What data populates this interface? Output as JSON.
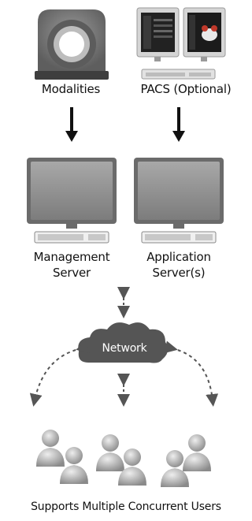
{
  "nodes": {
    "modalities": {
      "label": "Modalities",
      "icon": "ct-scanner-icon"
    },
    "pacs": {
      "label": "PACS (Optional)",
      "icon": "pacs-monitors-icon"
    },
    "management_server": {
      "label_line1": "Management",
      "label_line2": "Server",
      "icon": "computer-icon"
    },
    "application_server": {
      "label_line1": "Application",
      "label_line2": "Server(s)",
      "icon": "computer-icon"
    },
    "network": {
      "label": "Network",
      "icon": "cloud-icon"
    },
    "users": {
      "caption": "Supports Multiple Concurrent Users",
      "icon": "users-icon"
    }
  },
  "colors": {
    "device_gray": "#8c8c8c",
    "device_dark": "#5a5a5a",
    "cloud": "#555555",
    "arrow": "#111111",
    "dashed_arrow": "#555555"
  }
}
